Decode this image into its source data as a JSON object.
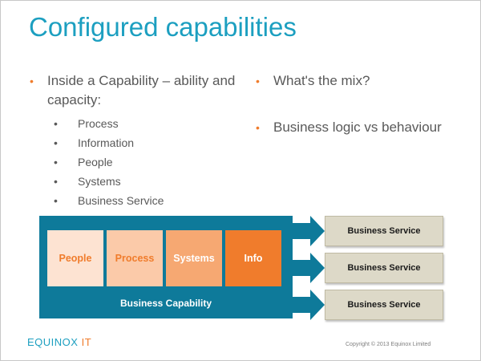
{
  "slide": {
    "title": "Configured capabilities",
    "left_column": {
      "bullet": "Inside a Capability – ability and capacity:",
      "sub_items": [
        "Process",
        "Information",
        "People",
        "Systems",
        "Business Service"
      ]
    },
    "right_column": {
      "bullets": [
        "What's the mix?",
        "Business logic vs behaviour"
      ]
    },
    "diagram": {
      "capability_label": "Business Capability",
      "tiles": [
        {
          "label": "People",
          "bg": "#fde3d2",
          "fg": "#f07c2c"
        },
        {
          "label": "Process",
          "bg": "#fbcaa9",
          "fg": "#f07c2c"
        },
        {
          "label": "Systems",
          "bg": "#f6a872",
          "fg": "#ffffff"
        },
        {
          "label": "Info",
          "bg": "#f07c2c",
          "fg": "#ffffff"
        }
      ],
      "services": [
        "Business Service",
        "Business Service",
        "Business Service"
      ]
    },
    "footer": {
      "logo_main": "EQUINOX",
      "logo_suffix": " IT",
      "copyright": "Copyright © 2013 Equinox Limited"
    }
  },
  "colors": {
    "accent_blue": "#1c9fc0",
    "accent_orange": "#f07c2c",
    "capability_teal": "#0e7a9a",
    "service_beige": "#ddd9c8"
  }
}
